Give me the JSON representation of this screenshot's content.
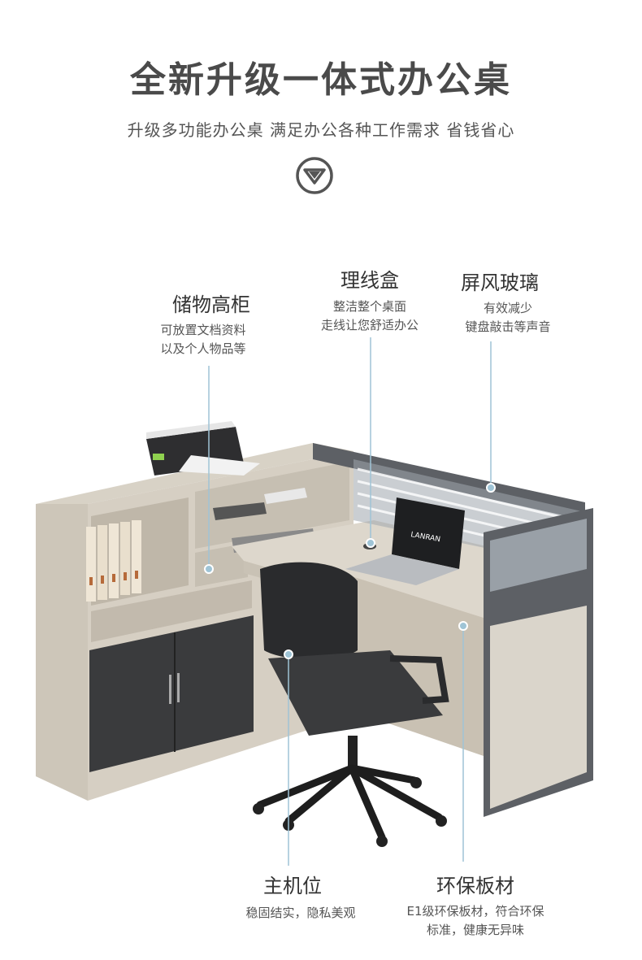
{
  "header": {
    "title": "全新升级一体式办公桌",
    "subtitle": "升级多功能办公桌 满足办公各种工作需求 省钱省心"
  },
  "features": {
    "storage": {
      "title": "储物高柜",
      "desc_line1": "可放置文档资料",
      "desc_line2": "以及个人物品等"
    },
    "cable_box": {
      "title": "理线盒",
      "desc_line1": "整洁整个桌面",
      "desc_line2": "走线让您舒适办公"
    },
    "glass_screen": {
      "title": "屏风玻璃",
      "desc_line1": "有效减少",
      "desc_line2": "键盘敲击等声音"
    },
    "host_position": {
      "title": "主机位",
      "desc_line1": "稳固结实，隐私美观",
      "desc_line2": ""
    },
    "eco_board": {
      "title": "环保板材",
      "desc_line1": "E1级环保板材，符合环保",
      "desc_line2": "标准，健康无异味"
    }
  },
  "product": {
    "laptop_brand": "LANRAN"
  },
  "colors": {
    "wood": "#d9d3c8",
    "dark_panel": "#3a3b3d",
    "frame": "#5d6065",
    "callout_line": "#9fc4d6"
  }
}
